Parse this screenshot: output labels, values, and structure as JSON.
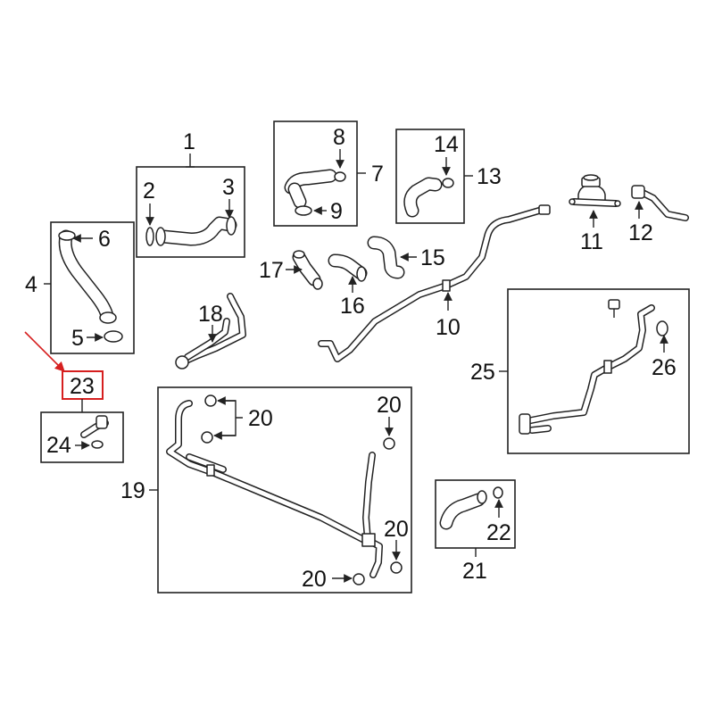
{
  "colors": {
    "ink": "#222222",
    "highlight": "#d61f1f",
    "background": "#ffffff"
  },
  "callouts": {
    "c1": "1",
    "c2": "2",
    "c3": "3",
    "c4": "4",
    "c5": "5",
    "c6": "6",
    "c7": "7",
    "c8": "8",
    "c9": "9",
    "c10": "10",
    "c11": "11",
    "c12": "12",
    "c13": "13",
    "c14": "14",
    "c15": "15",
    "c16": "16",
    "c17": "17",
    "c18": "18",
    "c19": "19",
    "c20a": "20",
    "c20b": "20",
    "c20c": "20",
    "c20d": "20",
    "c21": "21",
    "c22": "22",
    "c23": "23",
    "c24": "24",
    "c25": "25",
    "c26": "26"
  }
}
